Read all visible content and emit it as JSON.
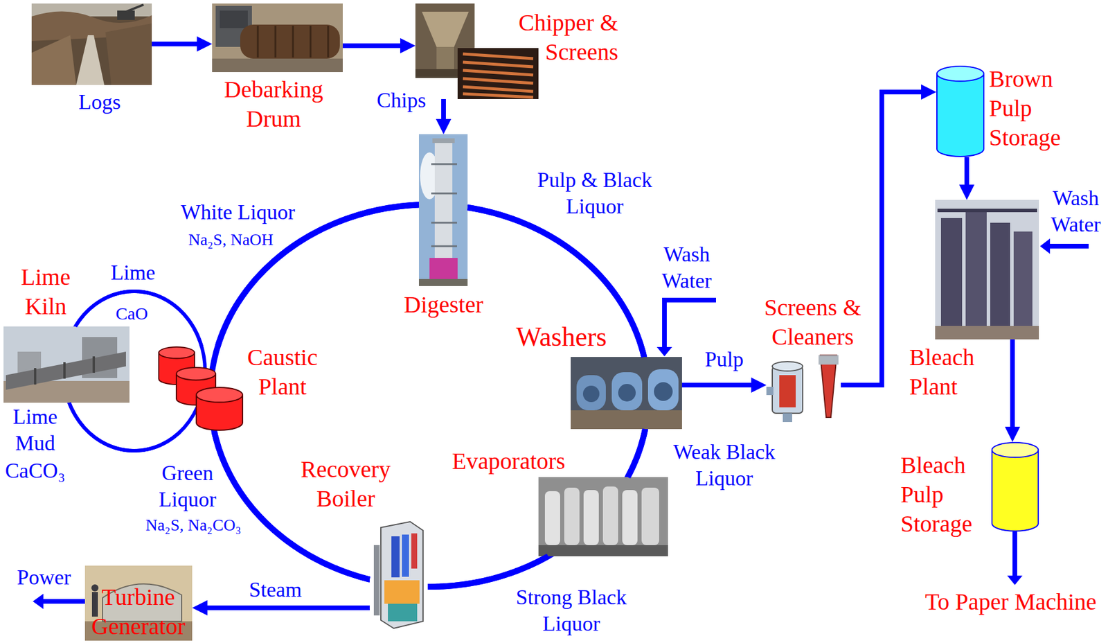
{
  "diagram": {
    "nodes": [
      {
        "text": [
          "Logs"
        ]
      },
      {
        "text": [
          "Debarking Drum"
        ]
      },
      {
        "text": [
          "Chipper & Screens"
        ]
      },
      {
        "text": [
          "Digester"
        ]
      },
      {
        "text": [
          "Washers"
        ]
      },
      {
        "text": [
          "Screens & Cleaners"
        ]
      },
      {
        "text": [
          "Brown Pulp Storage"
        ]
      },
      {
        "text": [
          "Bleach Plant"
        ]
      },
      {
        "text": [
          "Bleach Pulp Storage"
        ]
      },
      {
        "text": [
          "Lime Kiln"
        ]
      },
      {
        "text": [
          "Caustic Plant"
        ]
      },
      {
        "text": [
          "Evaporators"
        ]
      },
      {
        "text": [
          "Recovery Boiler"
        ]
      },
      {
        "text": [
          "Turbine Generator"
        ]
      }
    ],
    "edges": [
      {
        "from": 0,
        "to": 1,
        "arrow": "to"
      },
      {
        "from": 1,
        "to": 2,
        "arrow": "to"
      },
      {
        "from": 2,
        "to": 3,
        "label": "Chips",
        "arrow": "to"
      },
      {
        "from": 3,
        "to": 4,
        "label": "Pulp & Black Liquor",
        "arrow": "none"
      },
      {
        "from": 4,
        "to": 5,
        "label": "Pulp",
        "arrow": "to"
      },
      {
        "from": 5,
        "to": 6,
        "arrow": "to"
      },
      {
        "from": 6,
        "to": 7,
        "arrow": "to"
      },
      {
        "from": 7,
        "to": 8,
        "arrow": "to"
      },
      {
        "from": 4,
        "to": 11,
        "label": "Weak Black Liquor",
        "arrow": "none"
      },
      {
        "from": 11,
        "to": 12,
        "label": "Strong Black Liquor",
        "arrow": "none"
      },
      {
        "from": 12,
        "to": 10,
        "label": "Green Liquor",
        "arrow": "none"
      },
      {
        "from": 10,
        "to": 3,
        "label": "White Liquor",
        "arrow": "none"
      },
      {
        "from": 10,
        "to": 9,
        "label": "Lime Mud",
        "arrow": "none"
      },
      {
        "from": 9,
        "to": 10,
        "label": "Lime",
        "arrow": "none"
      },
      {
        "from": 12,
        "to": 13,
        "label": "Steam",
        "arrow": "to"
      }
    ],
    "labels": [
      "Na₂S, NaOH",
      "CaO",
      "CaCO₃",
      "Na₂S, Na₂CO₃",
      "Wash Water",
      "Wash Water",
      "Power",
      "To Paper Machine"
    ]
  }
}
